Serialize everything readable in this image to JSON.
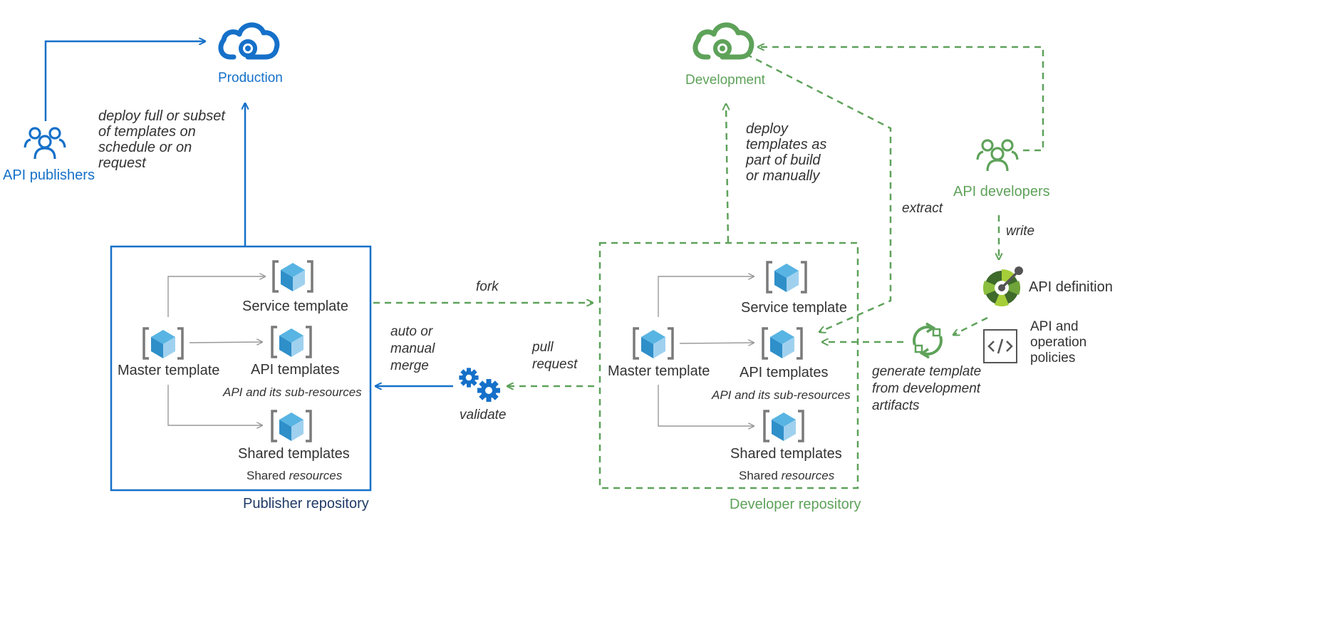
{
  "production": {
    "label": "Production"
  },
  "development": {
    "label": "Development"
  },
  "api_publishers": {
    "label": "API publishers"
  },
  "api_developers": {
    "label": "API developers"
  },
  "deploy_production_note": "deploy full or subset\nof templates on\nschedule or on\nrequest",
  "deploy_development_note": "deploy\ntemplates as\npart of build\nor manually",
  "extract_label": "extract",
  "write_label": "write",
  "fork_label": "fork",
  "pull_request_label": "pull\nrequest",
  "merge_label": "auto or\nmanual\nmerge",
  "validate_label": "validate",
  "api_definition_label": "API definition",
  "policies_label": "API and\noperation\npolicies",
  "generate_label": "generate template\nfrom development\nartifacts",
  "publisher_repo": {
    "title": "Publisher repository",
    "master": "Master template",
    "service": "Service template",
    "api": "API templates",
    "api_sub": "API and its sub-resources",
    "shared": "Shared templates",
    "shared_sub_plain": "Shared",
    "shared_sub_italic": "resources"
  },
  "developer_repo": {
    "title": "Developer repository",
    "master": "Master template",
    "service": "Service template",
    "api": "API templates",
    "api_sub": "API and its sub-resources",
    "shared": "Shared templates",
    "shared_sub_plain": "Shared",
    "shared_sub_italic": "resources"
  },
  "colors": {
    "blue": "#1570c9",
    "green": "#5ea25a",
    "cube_dark": "#2f8fc9",
    "cube_light": "#9fd1ef",
    "bracket": "#7a7a7a"
  },
  "icons": [
    "cloud-icon",
    "people-icon",
    "template-cube-icon",
    "gears-icon",
    "sync-icon",
    "api-definition-icon",
    "code-policy-icon"
  ]
}
